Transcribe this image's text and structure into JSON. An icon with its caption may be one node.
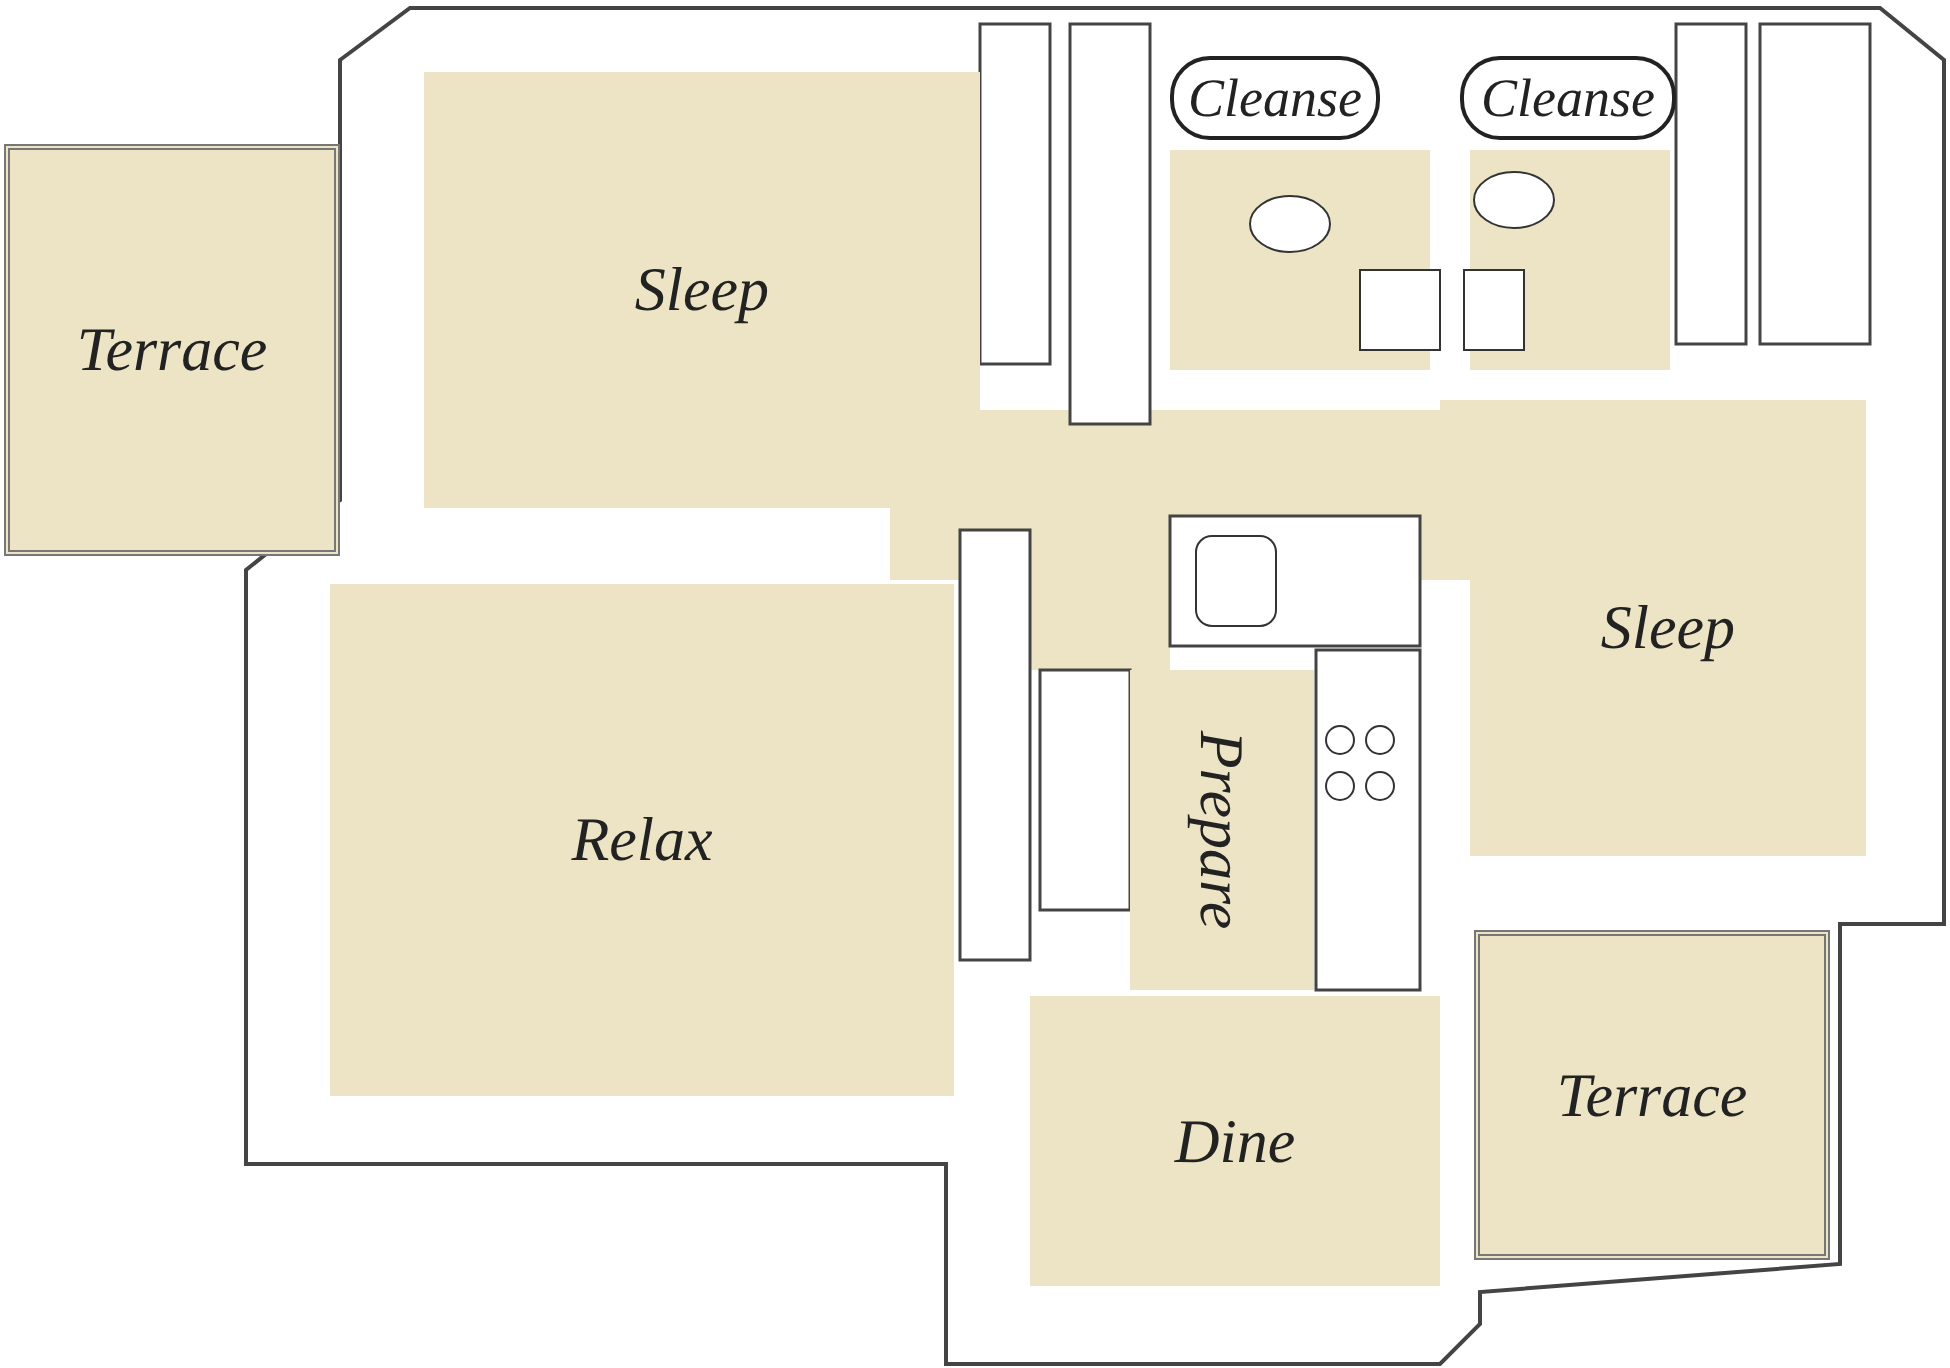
{
  "diagram": {
    "nodes": [
      {
        "text": [
          "Terrace"
        ]
      },
      {
        "text": [
          "Sleep"
        ]
      },
      {
        "text": [
          "Cleanse"
        ]
      },
      {
        "text": [
          "Cleanse"
        ]
      },
      {
        "text": [
          "Sleep"
        ]
      },
      {
        "text": [
          "Relax"
        ]
      },
      {
        "text": [
          "Prepare"
        ]
      },
      {
        "text": [
          "Dine"
        ]
      },
      {
        "text": [
          "Terrace"
        ]
      }
    ]
  }
}
